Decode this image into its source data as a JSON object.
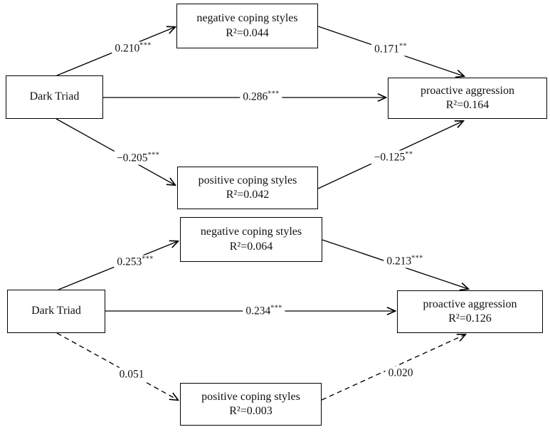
{
  "diagram": {
    "description": "Two-panel mediation path model: Dark Triad predicting proactive aggression via negative and positive coping styles",
    "panels": [
      {
        "id": "study1",
        "nodes": {
          "predictor": {
            "label": "Dark Triad"
          },
          "mediator_negative": {
            "label": "negative coping styles",
            "r2": "R²=0.044"
          },
          "mediator_positive": {
            "label": "positive coping styles",
            "r2": "R²=0.042"
          },
          "outcome": {
            "label": "proactive aggression",
            "r2": "R²=0.164"
          }
        },
        "paths": {
          "to_negative": {
            "value": "0.210",
            "sig": "***",
            "style": "solid"
          },
          "negative_to_outcome": {
            "value": "0.171",
            "sig": "**",
            "style": "solid"
          },
          "direct": {
            "value": "0.286",
            "sig": "***",
            "style": "solid"
          },
          "to_positive": {
            "value": "−0.205",
            "sig": "***",
            "style": "solid"
          },
          "positive_to_outcome": {
            "value": "−0.125",
            "sig": "**",
            "style": "solid"
          }
        }
      },
      {
        "id": "study2",
        "nodes": {
          "predictor": {
            "label": "Dark Triad"
          },
          "mediator_negative": {
            "label": "negative coping styles",
            "r2": "R²=0.064"
          },
          "mediator_positive": {
            "label": "positive coping styles",
            "r2": "R²=0.003"
          },
          "outcome": {
            "label": "proactive aggression",
            "r2": "R²=0.126"
          }
        },
        "paths": {
          "to_negative": {
            "value": "0.253",
            "sig": "***",
            "style": "solid"
          },
          "negative_to_outcome": {
            "value": "0.213",
            "sig": "***",
            "style": "solid"
          },
          "direct": {
            "value": "0.234",
            "sig": "***",
            "style": "solid"
          },
          "to_positive": {
            "value": "0.051",
            "sig": "",
            "style": "dashed"
          },
          "positive_to_outcome": {
            "value": "0.020",
            "sig": "",
            "style": "dashed"
          }
        }
      }
    ],
    "colors": {
      "line": "#000000",
      "box_border": "#000000",
      "background": "#ffffff",
      "text": "#111111"
    }
  }
}
